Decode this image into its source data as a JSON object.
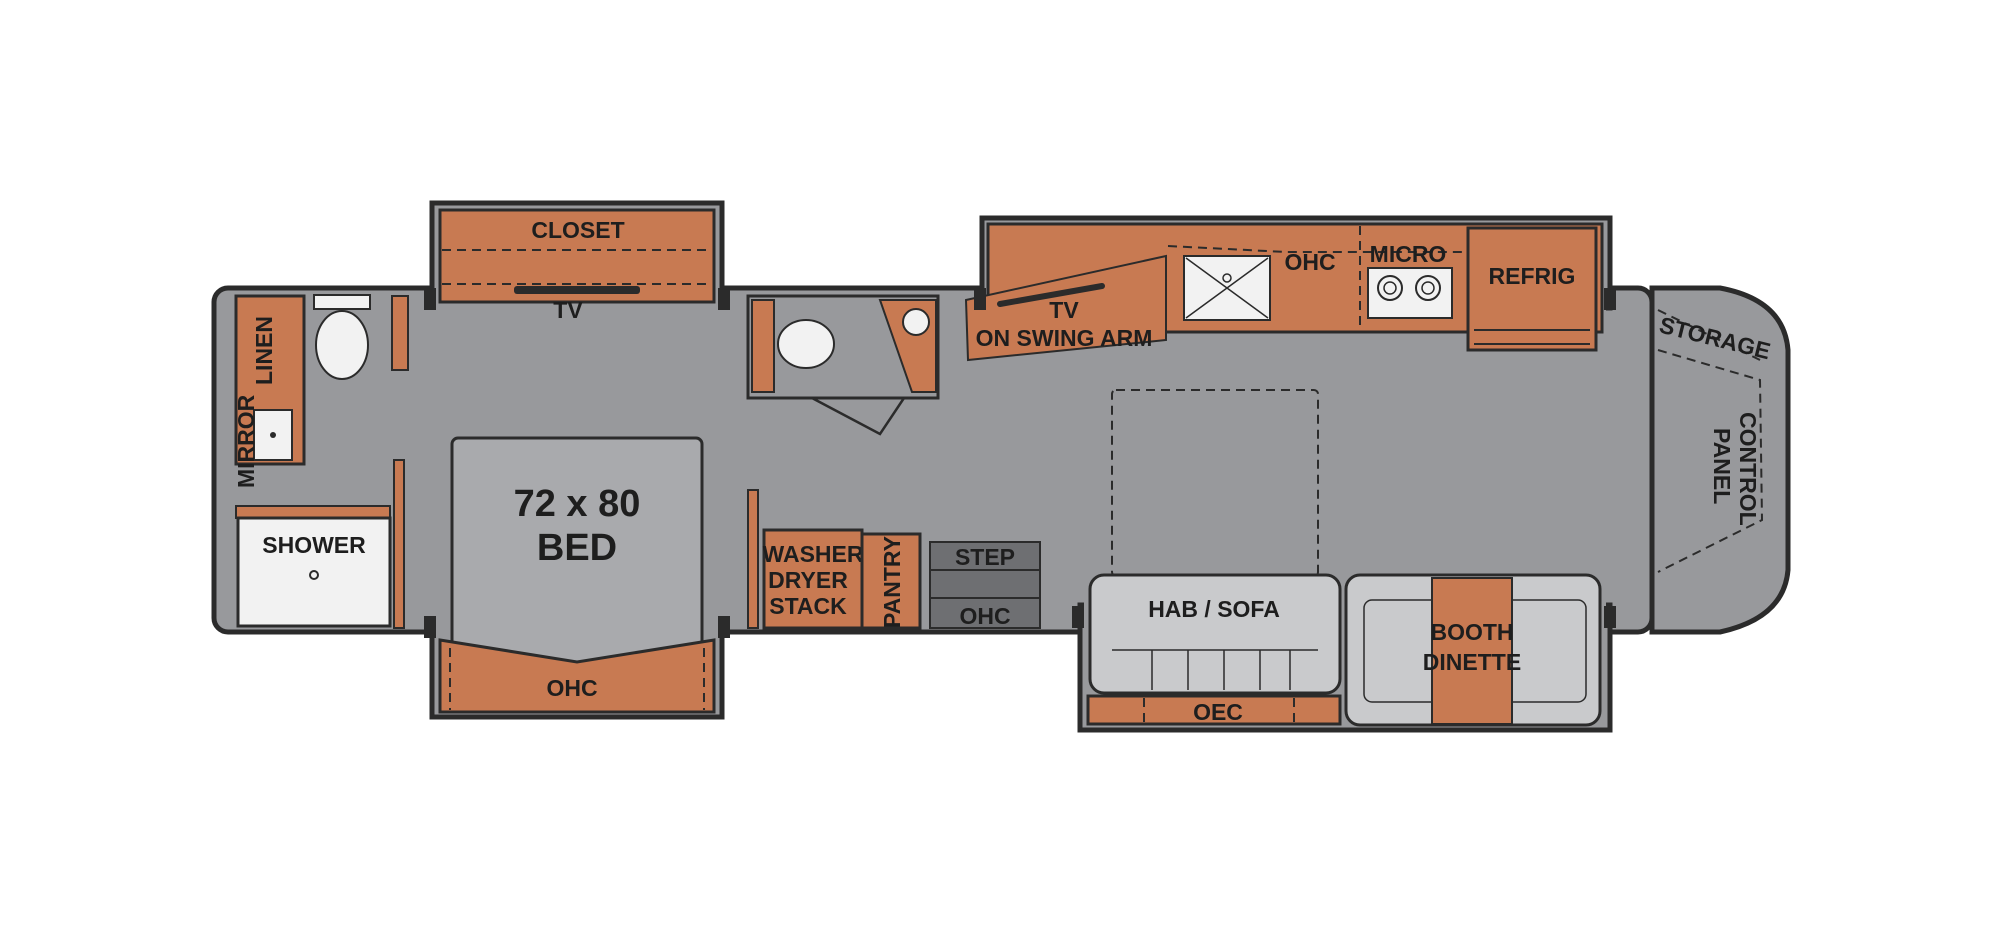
{
  "floorplan": {
    "labels": {
      "closet": "CLOSET",
      "tv_bedroom": "TV",
      "linen": "LINEN",
      "mirror": "MIRROR",
      "shower": "SHOWER",
      "bed_size": "72 x 80",
      "bed": "BED",
      "ohc_bedroom": "OHC",
      "washer": "WASHER",
      "dryer": "DRYER",
      "stack": "STACK",
      "pantry": "PANTRY",
      "step": "STEP",
      "ohc_step": "OHC",
      "tv_living": "TV",
      "swing_arm": "ON SWING ARM",
      "ohc_kitchen": "OHC",
      "micro": "MICRO",
      "refrig": "REFRIG",
      "storage": "STORAGE",
      "control": "CONTROL",
      "panel": "PANEL",
      "hab_sofa": "HAB / SOFA",
      "oec": "OEC",
      "booth": "BOOTH",
      "dinette": "DINETTE"
    },
    "colors": {
      "cabinet": "#c87a52",
      "floor": "#98999c",
      "wall": "#2b2b2b",
      "fixture": "#f2f2f2",
      "upholstery": "#c9cacc",
      "bed": "#a9aaad"
    }
  }
}
